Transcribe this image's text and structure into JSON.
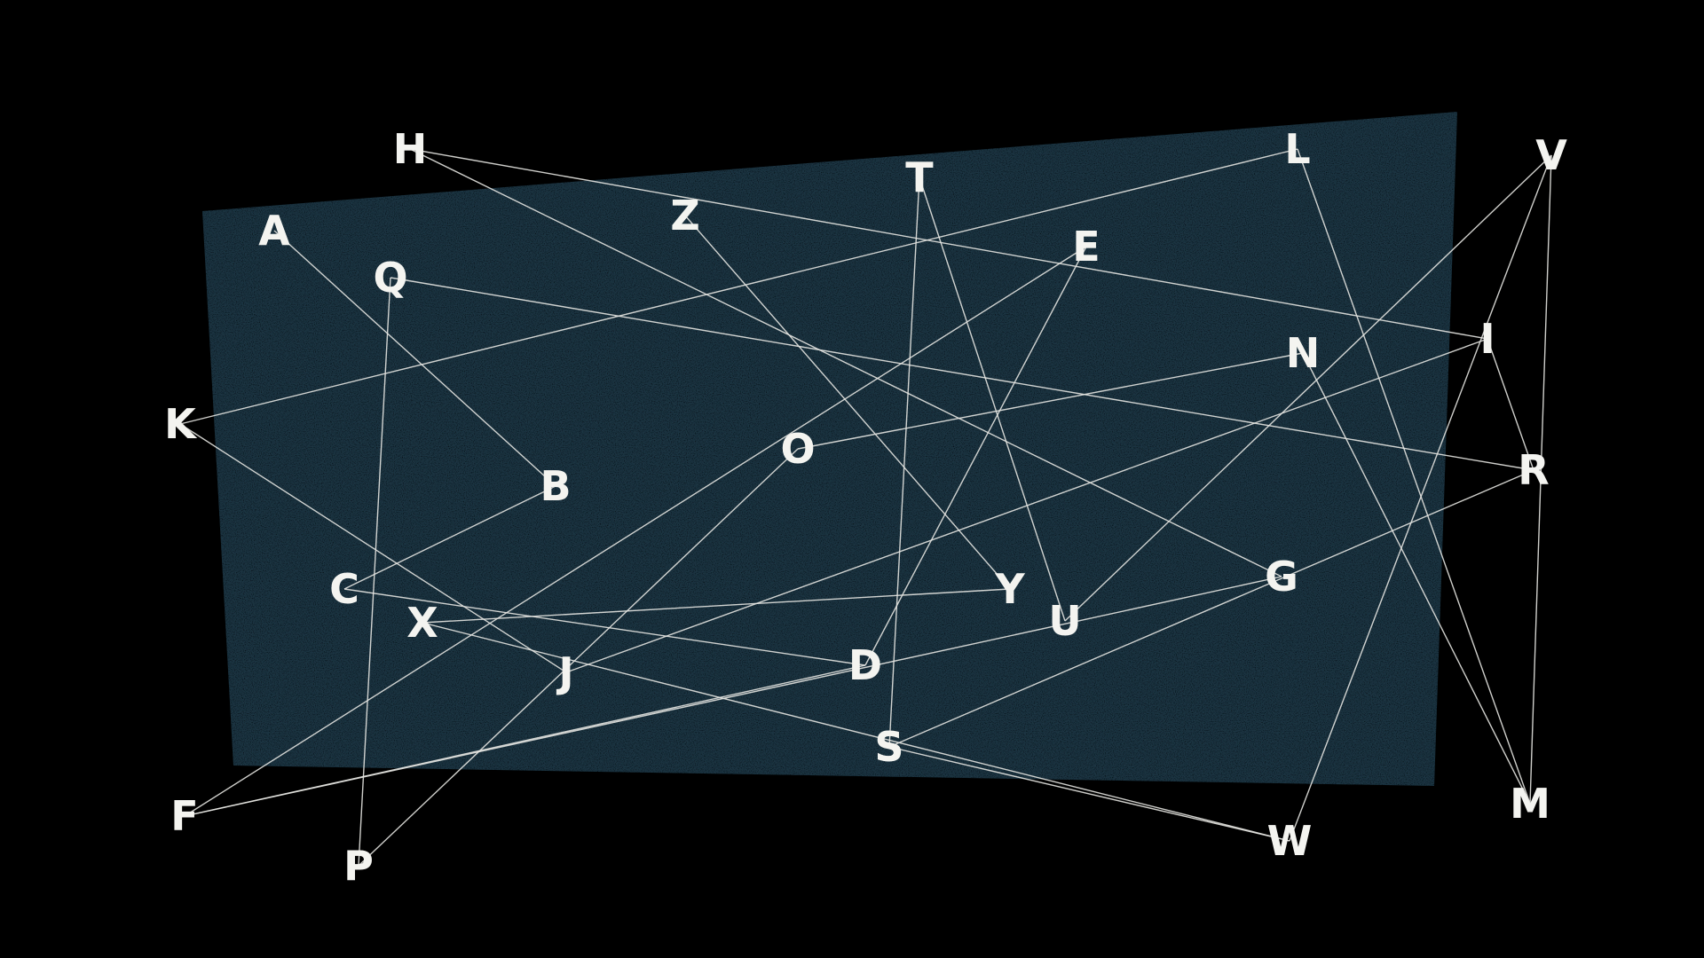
{
  "colors": {
    "background": "#000000",
    "panel": "#1b3442",
    "ink": "#f4f4f0",
    "edge": "#e6e6e2"
  },
  "nodes": [
    {
      "id": "A",
      "label": "A"
    },
    {
      "id": "B",
      "label": "B"
    },
    {
      "id": "C",
      "label": "C"
    },
    {
      "id": "D",
      "label": "D"
    },
    {
      "id": "E",
      "label": "E"
    },
    {
      "id": "F",
      "label": "F"
    },
    {
      "id": "G",
      "label": "G"
    },
    {
      "id": "H",
      "label": "H"
    },
    {
      "id": "I",
      "label": "I"
    },
    {
      "id": "J",
      "label": "J"
    },
    {
      "id": "K",
      "label": "K"
    },
    {
      "id": "L",
      "label": "L"
    },
    {
      "id": "M",
      "label": "M"
    },
    {
      "id": "N",
      "label": "N"
    },
    {
      "id": "O",
      "label": "O"
    },
    {
      "id": "P",
      "label": "P"
    },
    {
      "id": "Q",
      "label": "Q"
    },
    {
      "id": "R",
      "label": "R"
    },
    {
      "id": "S",
      "label": "S"
    },
    {
      "id": "T",
      "label": "T"
    },
    {
      "id": "U",
      "label": "U"
    },
    {
      "id": "V",
      "label": "V"
    },
    {
      "id": "W",
      "label": "W"
    },
    {
      "id": "X",
      "label": "X"
    },
    {
      "id": "Y",
      "label": "Y"
    },
    {
      "id": "Z",
      "label": "Z"
    }
  ],
  "edges": [
    [
      "A",
      "B"
    ],
    [
      "B",
      "C"
    ],
    [
      "C",
      "D"
    ],
    [
      "D",
      "E"
    ],
    [
      "E",
      "F"
    ],
    [
      "F",
      "G"
    ],
    [
      "G",
      "H"
    ],
    [
      "H",
      "I"
    ],
    [
      "I",
      "J"
    ],
    [
      "J",
      "K"
    ],
    [
      "K",
      "L"
    ],
    [
      "L",
      "M"
    ],
    [
      "M",
      "N"
    ],
    [
      "N",
      "O"
    ],
    [
      "O",
      "P"
    ],
    [
      "P",
      "Q"
    ],
    [
      "Q",
      "R"
    ],
    [
      "R",
      "S"
    ],
    [
      "S",
      "T"
    ],
    [
      "T",
      "U"
    ],
    [
      "U",
      "V"
    ],
    [
      "V",
      "W"
    ],
    [
      "W",
      "X"
    ],
    [
      "X",
      "Y"
    ],
    [
      "Y",
      "Z"
    ],
    [
      "S",
      "W"
    ],
    [
      "F",
      "D"
    ],
    [
      "V",
      "M"
    ],
    [
      "R",
      "I"
    ]
  ]
}
